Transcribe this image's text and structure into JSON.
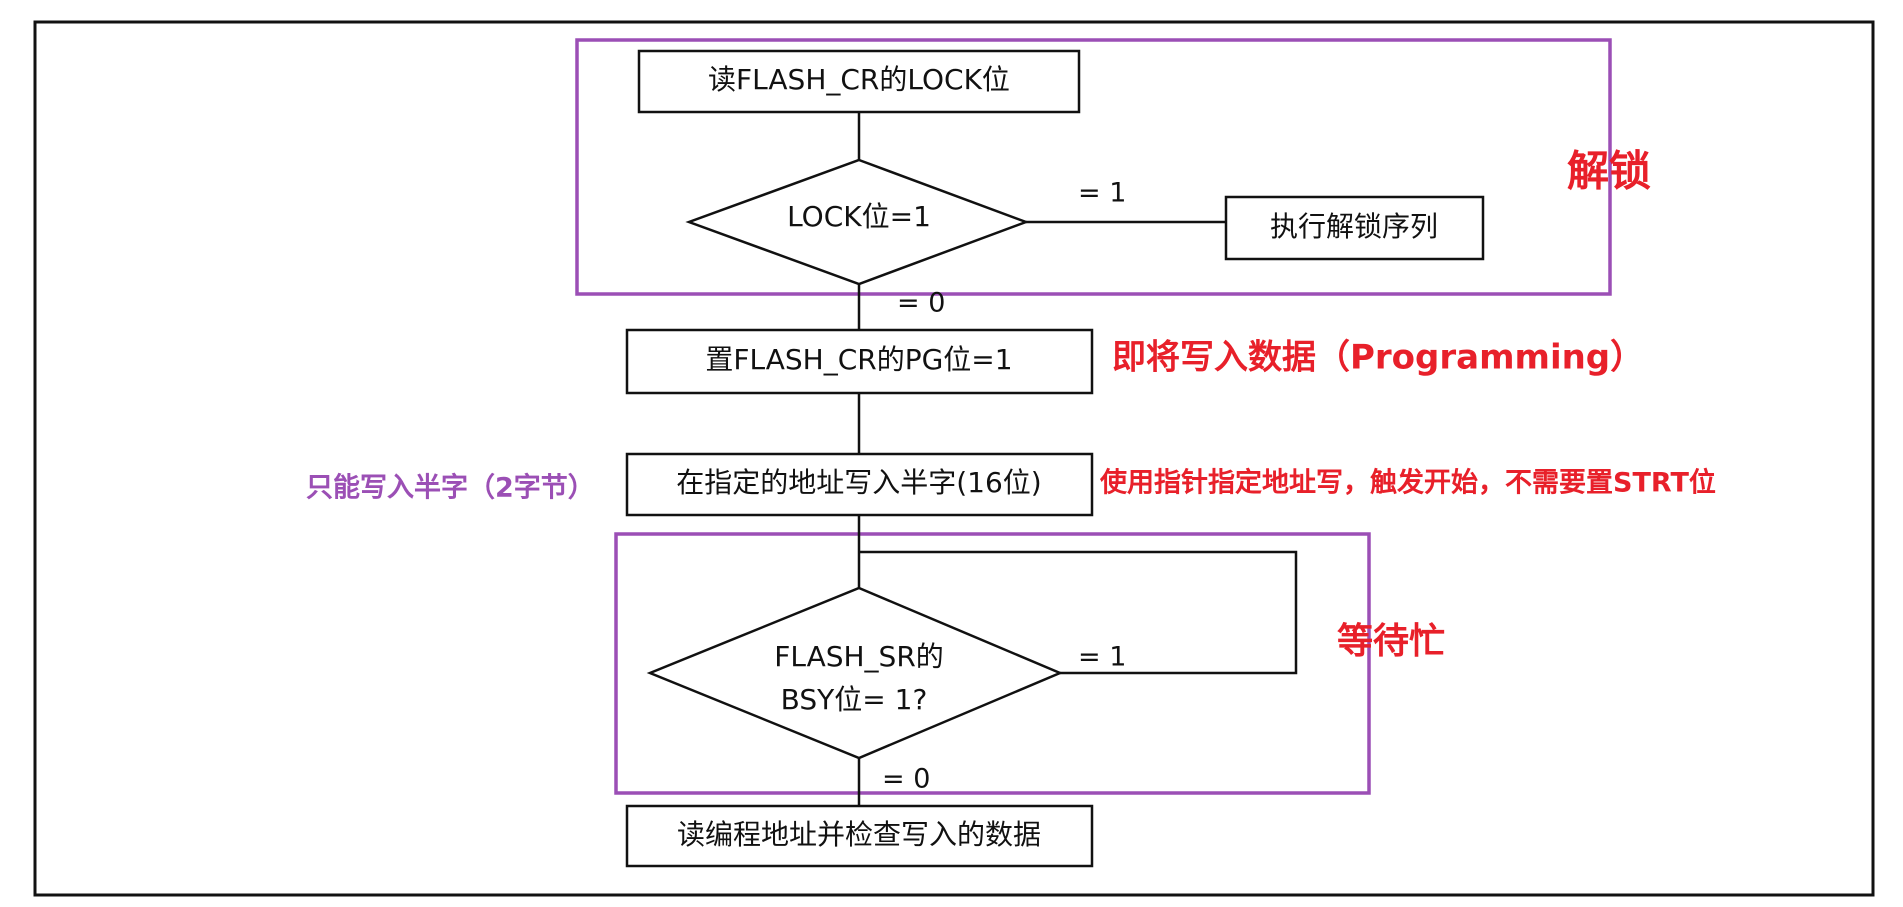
{
  "colors": {
    "outline": "#111111",
    "group_box": "#9b4fb5",
    "annotation_red": "#e8202a",
    "annotation_purple": "#9b4fb5",
    "background": "#ffffff"
  },
  "nodes": {
    "read_lock": "读FLASH_CR的LOCK位",
    "lock_check": "LOCK位=1",
    "unlock_seq": "执行解锁序列",
    "set_pg": "置FLASH_CR的PG位=1",
    "write_half": "在指定的地址写入半字(16位)",
    "bsy_check_line1": "FLASH_SR的",
    "bsy_check_line2": "BSY位= 1?",
    "verify": "读编程地址并检查写入的数据"
  },
  "edge_labels": {
    "lock_yes": "= 1",
    "lock_no": "= 0",
    "bsy_yes": "= 1",
    "bsy_no": "= 0"
  },
  "annotations": {
    "unlock": "解锁",
    "programming": "即将写入数据（Programming）",
    "write_note": "使用指针指定地址写，触发开始，不需要置STRT位",
    "halfword_note": "只能写入半字（2字节）",
    "wait_busy": "等待忙"
  }
}
